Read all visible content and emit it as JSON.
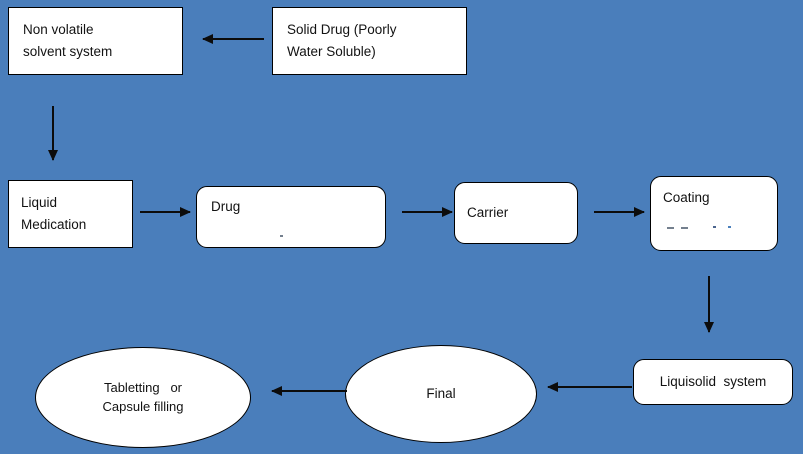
{
  "diagram": {
    "title": "Liquisolid system preparation flowchart",
    "background_color": "#4a7ebb",
    "node_fill": "#ffffff",
    "node_border": "#000000",
    "arrow_color": "#0c0c0c",
    "nodes": [
      {
        "id": "solid-drug",
        "shape": "rect",
        "line1": "Solid Drug (Poorly",
        "line2": "Water Soluble)"
      },
      {
        "id": "non-volatile",
        "shape": "rect",
        "line1": "Non volatile",
        "line2": "solvent system"
      },
      {
        "id": "liquid-medication",
        "shape": "rect",
        "line1": "Liquid",
        "line2": "Medication"
      },
      {
        "id": "drug",
        "shape": "rounded",
        "line1": "Drug",
        "line2": ""
      },
      {
        "id": "carrier",
        "shape": "rounded",
        "line1": "Carrier",
        "line2": ""
      },
      {
        "id": "coating",
        "shape": "rounded",
        "line1": "Coating",
        "line2": ""
      },
      {
        "id": "liquisolid-system",
        "shape": "rounded",
        "line1": "Liquisolid  system",
        "line2": ""
      },
      {
        "id": "final",
        "shape": "ellipse",
        "line1": "Final",
        "line2": ""
      },
      {
        "id": "tabletting",
        "shape": "ellipse",
        "line1": "Tabletting   or",
        "line2": "Capsule filling"
      }
    ],
    "arrows": [
      {
        "id": "solid-drug-to-non-volatile",
        "direction": "left"
      },
      {
        "id": "non-volatile-to-liquid",
        "direction": "down"
      },
      {
        "id": "liquid-to-drug",
        "direction": "right"
      },
      {
        "id": "drug-to-carrier",
        "direction": "right"
      },
      {
        "id": "carrier-to-coating",
        "direction": "right"
      },
      {
        "id": "coating-to-liquisolid",
        "direction": "down"
      },
      {
        "id": "liquisolid-to-final",
        "direction": "left"
      },
      {
        "id": "final-to-tabletting",
        "direction": "left"
      }
    ]
  }
}
